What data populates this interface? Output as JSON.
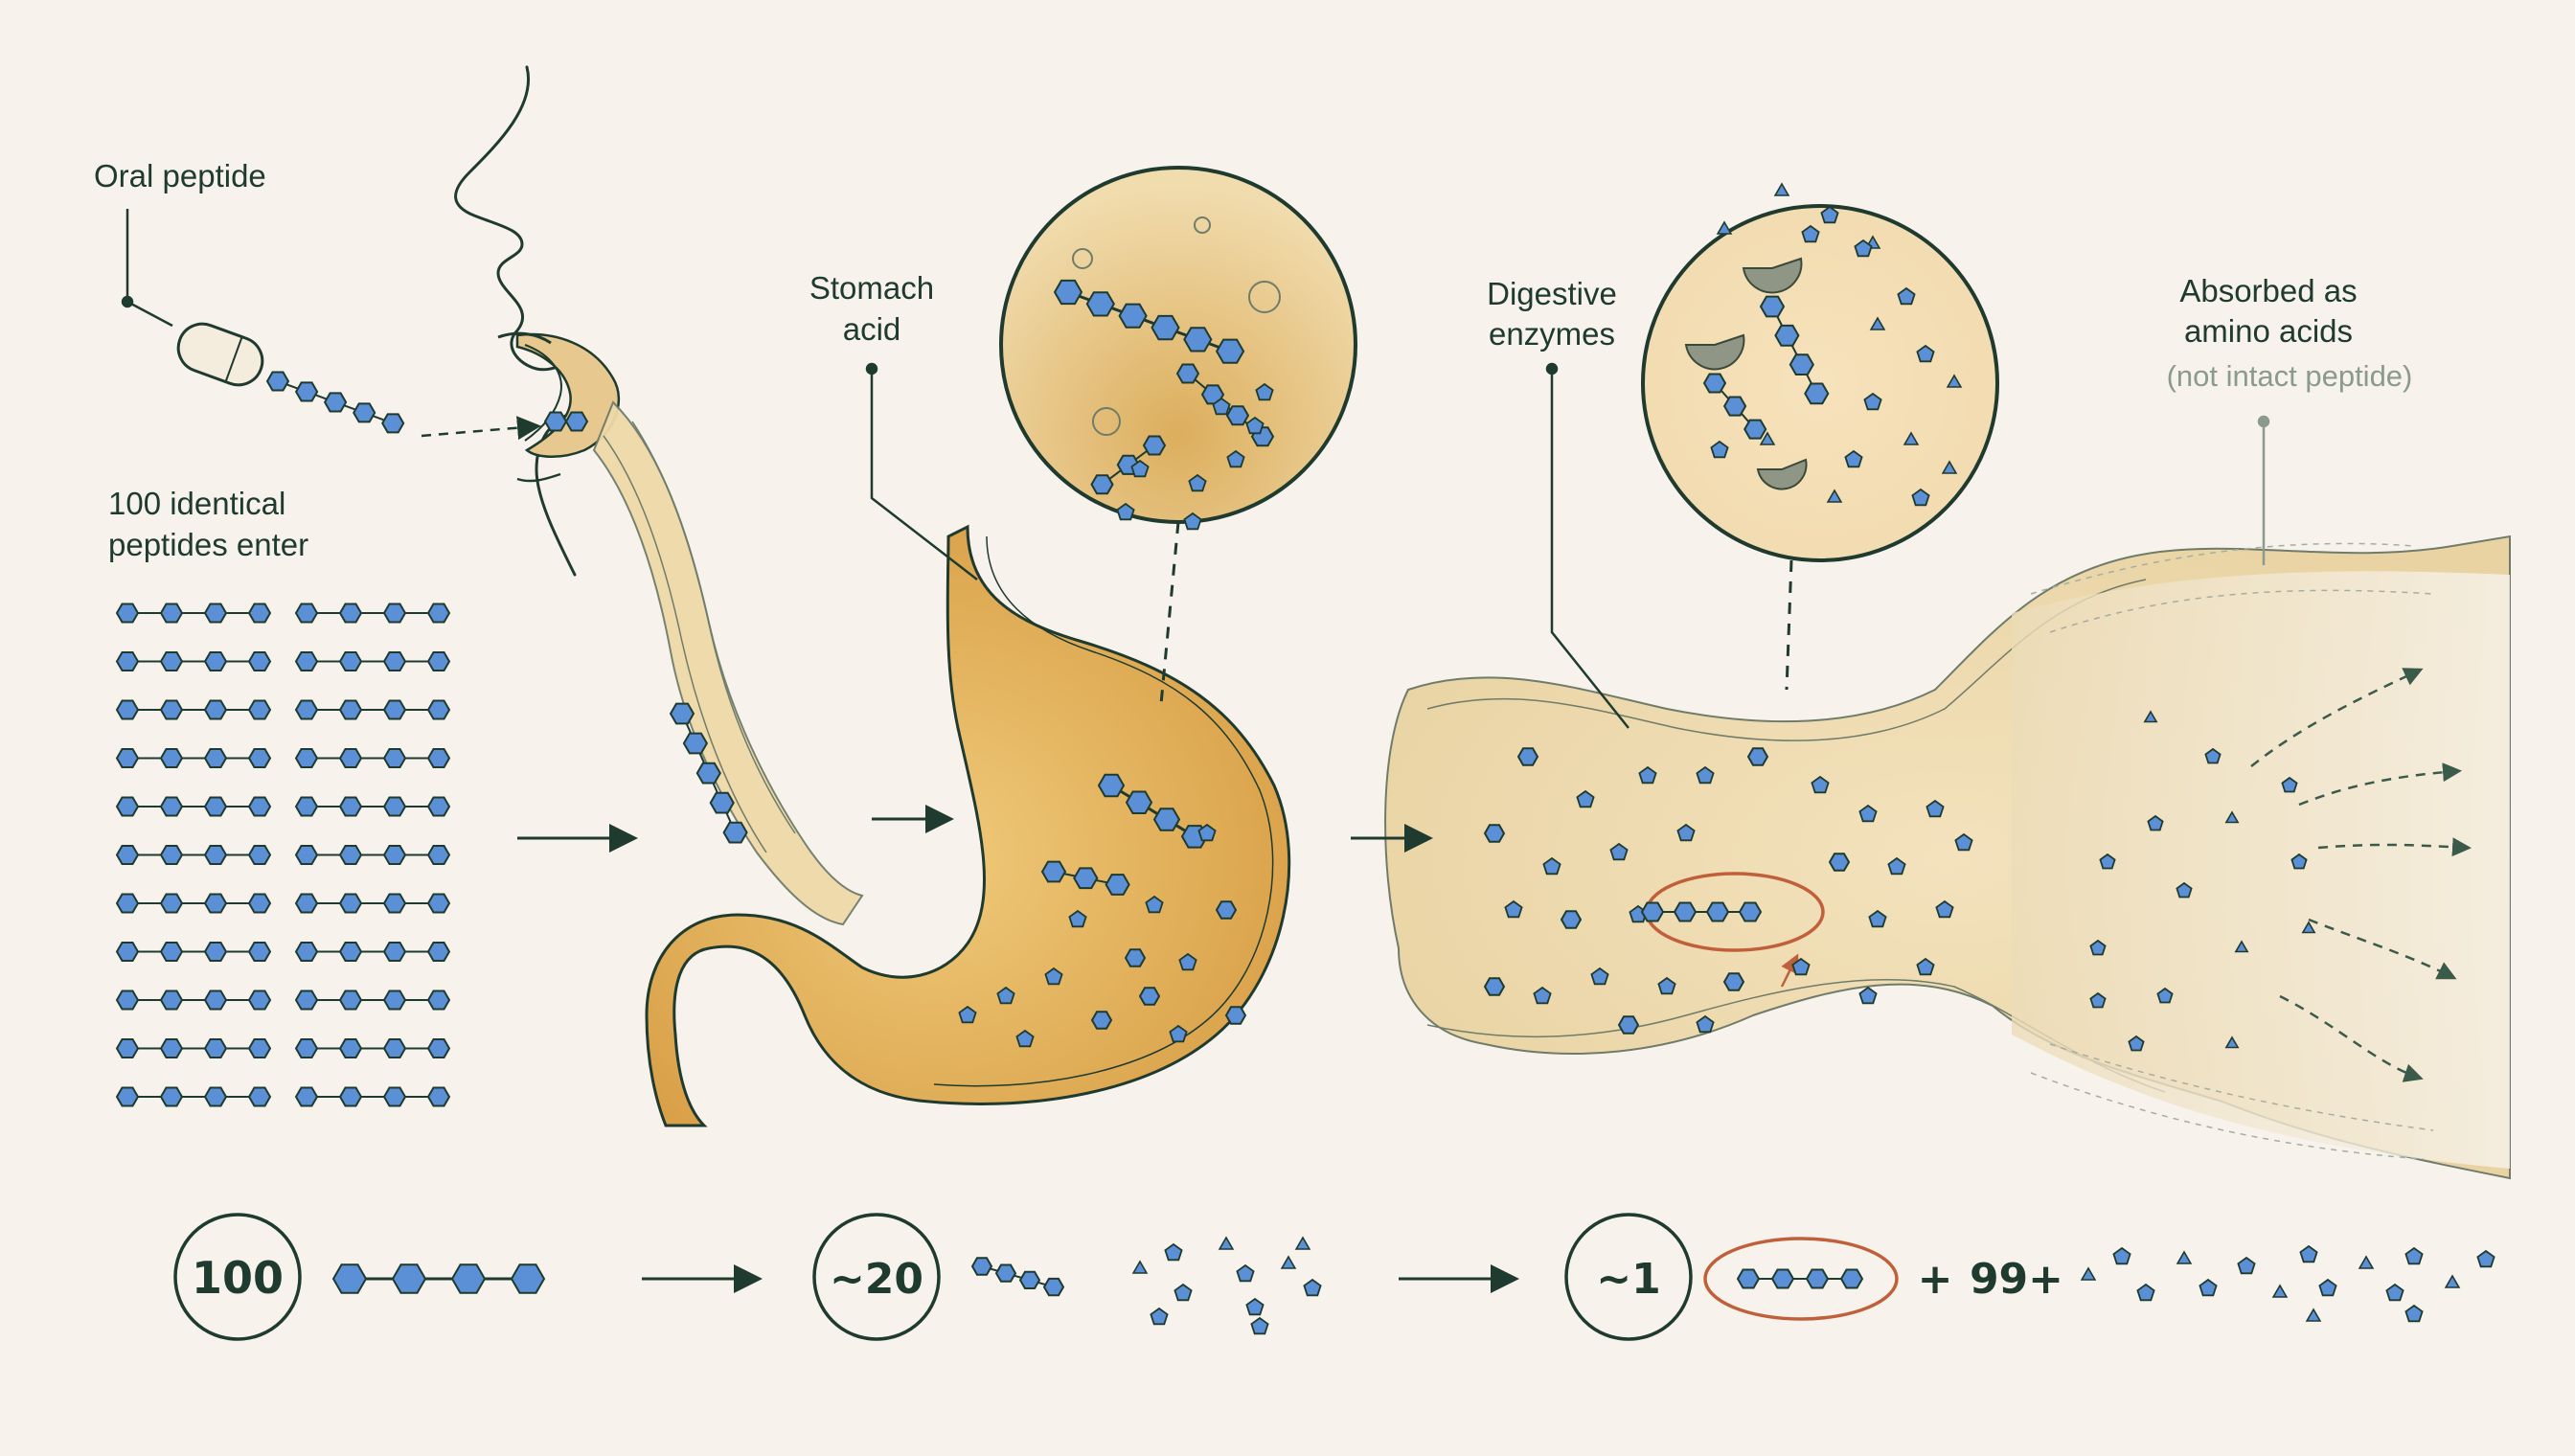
{
  "labels": {
    "oral_peptide": "Oral peptide",
    "identical_line1": "100 identical",
    "identical_line2": "peptides enter",
    "stomach_line1": "Stomach",
    "stomach_line2": "acid",
    "enzymes_line1": "Digestive",
    "enzymes_line2": "enzymes",
    "absorbed_line1": "Absorbed as",
    "absorbed_line2": "amino acids",
    "absorbed_note": "(not intact peptide)"
  },
  "summary": {
    "stage1_count": "100",
    "stage2_count": "~20",
    "stage3_count": "~1",
    "plus_sign": "+",
    "remainder": "99+"
  },
  "colors": {
    "background": "#f7f3ec",
    "ink": "#1f3a2e",
    "molecule": "#5b8fd6",
    "highlight": "#c0603a",
    "stomach_fill": "#e2ae52",
    "intestine_fill": "#efdcb4"
  }
}
